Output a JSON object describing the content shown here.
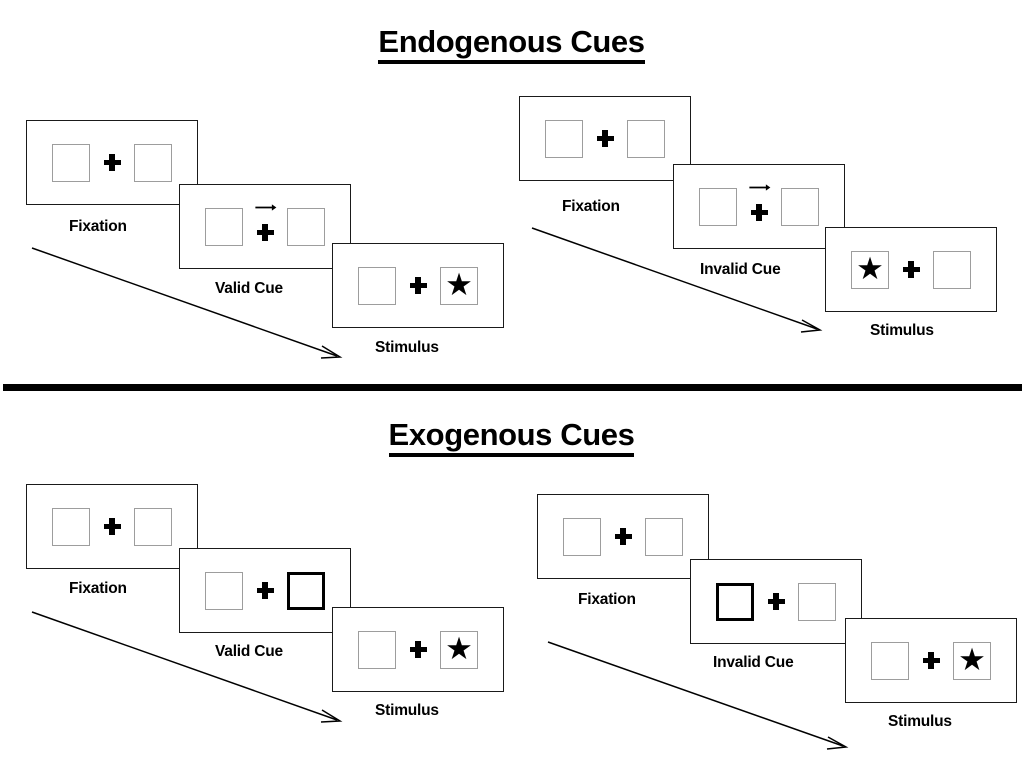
{
  "sections": [
    {
      "id": "endogenous",
      "title": "Endogenous Cues",
      "columns": [
        {
          "id": "endogenous-valid",
          "frames": [
            {
              "id": "fixation",
              "caption": "Fixation",
              "left_box": {
                "content": "",
                "cued": false
              },
              "right_box": {
                "content": "",
                "cued": false
              },
              "center": {
                "plus": true,
                "arrow": "none"
              }
            },
            {
              "id": "valid-cue",
              "caption": "Valid Cue",
              "left_box": {
                "content": "",
                "cued": false
              },
              "right_box": {
                "content": "",
                "cued": false
              },
              "center": {
                "plus": true,
                "arrow": "right"
              }
            },
            {
              "id": "stimulus",
              "caption": "Stimulus",
              "left_box": {
                "content": "",
                "cued": false
              },
              "right_box": {
                "content": "★",
                "cued": false
              },
              "center": {
                "plus": true,
                "arrow": "none"
              }
            }
          ]
        },
        {
          "id": "endogenous-invalid",
          "frames": [
            {
              "id": "fixation",
              "caption": "Fixation",
              "left_box": {
                "content": "",
                "cued": false
              },
              "right_box": {
                "content": "",
                "cued": false
              },
              "center": {
                "plus": true,
                "arrow": "none"
              }
            },
            {
              "id": "invalid-cue",
              "caption": "Invalid Cue",
              "left_box": {
                "content": "",
                "cued": false
              },
              "right_box": {
                "content": "",
                "cued": false
              },
              "center": {
                "plus": true,
                "arrow": "right"
              }
            },
            {
              "id": "stimulus",
              "caption": "Stimulus",
              "left_box": {
                "content": "★",
                "cued": false
              },
              "right_box": {
                "content": "",
                "cued": false
              },
              "center": {
                "plus": true,
                "arrow": "none"
              }
            }
          ]
        }
      ]
    },
    {
      "id": "exogenous",
      "title": "Exogenous Cues",
      "columns": [
        {
          "id": "exogenous-valid",
          "frames": [
            {
              "id": "fixation",
              "caption": "Fixation",
              "left_box": {
                "content": "",
                "cued": false
              },
              "right_box": {
                "content": "",
                "cued": false
              },
              "center": {
                "plus": true,
                "arrow": "none"
              }
            },
            {
              "id": "valid-cue",
              "caption": "Valid Cue",
              "left_box": {
                "content": "",
                "cued": false
              },
              "right_box": {
                "content": "",
                "cued": true
              },
              "center": {
                "plus": true,
                "arrow": "none"
              }
            },
            {
              "id": "stimulus",
              "caption": "Stimulus",
              "left_box": {
                "content": "",
                "cued": false
              },
              "right_box": {
                "content": "★",
                "cued": false
              },
              "center": {
                "plus": true,
                "arrow": "none"
              }
            }
          ]
        },
        {
          "id": "exogenous-invalid",
          "frames": [
            {
              "id": "fixation",
              "caption": "Fixation",
              "left_box": {
                "content": "",
                "cued": false
              },
              "right_box": {
                "content": "",
                "cued": false
              },
              "center": {
                "plus": true,
                "arrow": "none"
              }
            },
            {
              "id": "invalid-cue",
              "caption": "Invalid Cue",
              "left_box": {
                "content": "",
                "cued": true
              },
              "right_box": {
                "content": "",
                "cued": false
              },
              "center": {
                "plus": true,
                "arrow": "none"
              }
            },
            {
              "id": "stimulus",
              "caption": "Stimulus",
              "left_box": {
                "content": "",
                "cued": false
              },
              "right_box": {
                "content": "★",
                "cued": false
              },
              "center": {
                "plus": true,
                "arrow": "none"
              }
            }
          ]
        }
      ]
    }
  ],
  "colors": {
    "background": "#ffffff",
    "frame_border": "#1a1a1a",
    "box_border": "#9d9d9d",
    "cued_box_border": "#000000",
    "ink": "#000000"
  },
  "glyphs": {
    "star": "★",
    "plus": "✚",
    "arrow_right": "→"
  }
}
